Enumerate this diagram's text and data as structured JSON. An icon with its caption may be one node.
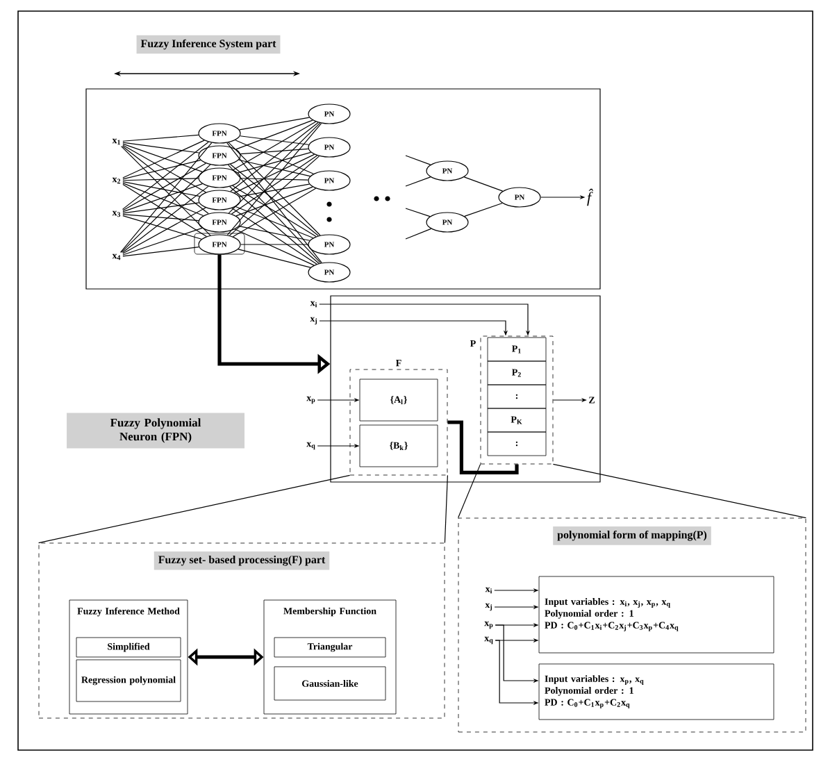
{
  "diagram": {
    "nodes": [
      {
        "text": [],
        "shape": "box"
      },
      {
        "text": [
          "x$_{1}$"
        ],
        "in": 0
      },
      {
        "text": [
          "x$_{2}$"
        ],
        "in": 0
      },
      {
        "text": [
          "x$_{3}$"
        ],
        "in": 0
      },
      {
        "text": [
          "x$_{4}$"
        ],
        "in": 0
      },
      {
        "text": [
          "FPN"
        ],
        "in": 0
      },
      {
        "text": [
          "FPN"
        ],
        "in": 0
      },
      {
        "text": [
          "FPN"
        ],
        "in": 0
      },
      {
        "text": [
          "FPN"
        ],
        "in": 0
      },
      {
        "text": [
          "FPN"
        ],
        "in": 0
      },
      {
        "text": [
          "FPN"
        ],
        "in": 0
      },
      {
        "text": [
          "PN"
        ],
        "in": 0
      },
      {
        "text": [
          "PN"
        ],
        "in": 0
      },
      {
        "text": [
          "PN"
        ],
        "in": 0
      },
      {
        "text": [
          "PN"
        ],
        "in": 0
      },
      {
        "text": [
          "PN"
        ],
        "in": 0
      },
      {
        "text": [
          "PN"
        ],
        "in": 0
      },
      {
        "text": [
          "PN"
        ],
        "in": 0
      },
      {
        "text": [
          "PN"
        ],
        "in": 0
      },
      {
        "text": [
          "f̂"
        ],
        "in": 0
      },
      {
        "text": [],
        "shape": "box"
      },
      {
        "text": [
          "x$_{i}$"
        ]
      },
      {
        "text": [
          "x$_{j}$"
        ]
      },
      {
        "text": [
          "x$_{p}$"
        ]
      },
      {
        "text": [
          "x$_{q}$"
        ]
      },
      {
        "text": [
          "F"
        ],
        "in": 20
      },
      {
        "text": [
          "{A$_{l}$}"
        ],
        "in": 25
      },
      {
        "text": [
          "{B$_{k}$}"
        ],
        "in": 25
      },
      {
        "text": [
          "P"
        ],
        "in": 20
      },
      {
        "text": [
          "P$_{1}$"
        ],
        "in": 28
      },
      {
        "text": [
          "P$_{2}$"
        ],
        "in": 28
      },
      {
        "text": [
          ":"
        ],
        "in": 28
      },
      {
        "text": [
          "P$_{K}$"
        ],
        "in": 28
      },
      {
        "text": [
          ":"
        ],
        "in": 28
      },
      {
        "text": [
          "Z"
        ],
        "in": 20
      },
      {
        "text": [
          "Fuzzy set- based processing(F) part"
        ]
      },
      {
        "text": [
          "Fuzzy Inference Method"
        ],
        "in": 35
      },
      {
        "text": [
          "Simplified"
        ],
        "in": 36
      },
      {
        "text": [
          "Regression polynomial"
        ],
        "in": 36
      },
      {
        "text": [
          "Membership Function"
        ],
        "in": 35
      },
      {
        "text": [
          "Triangular"
        ],
        "in": 39
      },
      {
        "text": [
          "Gaussian-like"
        ],
        "in": 39
      },
      {
        "text": [
          "polynomial form of mapping(P)"
        ]
      },
      {
        "text": [
          "x$_{i}$"
        ],
        "in": 42
      },
      {
        "text": [
          "x$_{j}$"
        ],
        "in": 42
      },
      {
        "text": [
          "x$_{p}$"
        ],
        "in": 42
      },
      {
        "text": [
          "x$_{q}$"
        ],
        "in": 42
      },
      {
        "text": [
          "Input variables : x$_{i}$, x$_{j}$, x$_{p}$, x$_{q}$",
          "Polynomial order : 1",
          "PD : C$_{0}$+C$_{1}$x$_{i}$+C$_{2}$x$_{j}$+C$_{3}$x$_{p}$+C$_{4}$x$_{q}$"
        ],
        "in": 42
      },
      {
        "text": [
          "Input variables : x$_{p}$, x$_{q}$",
          "Polynomial order : 1",
          "PD : C$_{0}$+C$_{1}$x$_{p}$+C$_{2}$x$_{q}$"
        ],
        "in": 42
      }
    ],
    "edges": [
      {
        "from": 1,
        "to": 5,
        "arrow": "none"
      },
      {
        "from": 1,
        "to": 6,
        "arrow": "none"
      },
      {
        "from": 1,
        "to": 7,
        "arrow": "none"
      },
      {
        "from": 1,
        "to": 8,
        "arrow": "none"
      },
      {
        "from": 1,
        "to": 9,
        "arrow": "none"
      },
      {
        "from": 1,
        "to": 10,
        "arrow": "none"
      },
      {
        "from": 2,
        "to": 5,
        "arrow": "none"
      },
      {
        "from": 2,
        "to": 6,
        "arrow": "none"
      },
      {
        "from": 2,
        "to": 7,
        "arrow": "none"
      },
      {
        "from": 2,
        "to": 8,
        "arrow": "none"
      },
      {
        "from": 2,
        "to": 9,
        "arrow": "none"
      },
      {
        "from": 2,
        "to": 10,
        "arrow": "none"
      },
      {
        "from": 3,
        "to": 5,
        "arrow": "none"
      },
      {
        "from": 3,
        "to": 6,
        "arrow": "none"
      },
      {
        "from": 3,
        "to": 7,
        "arrow": "none"
      },
      {
        "from": 3,
        "to": 8,
        "arrow": "none"
      },
      {
        "from": 3,
        "to": 9,
        "arrow": "none"
      },
      {
        "from": 3,
        "to": 10,
        "arrow": "none"
      },
      {
        "from": 4,
        "to": 5,
        "arrow": "none"
      },
      {
        "from": 4,
        "to": 6,
        "arrow": "none"
      },
      {
        "from": 4,
        "to": 7,
        "arrow": "none"
      },
      {
        "from": 4,
        "to": 8,
        "arrow": "none"
      },
      {
        "from": 4,
        "to": 9,
        "arrow": "none"
      },
      {
        "from": 4,
        "to": 10,
        "arrow": "none"
      },
      {
        "from": 5,
        "to": 11,
        "arrow": "none"
      },
      {
        "from": 5,
        "to": 12,
        "arrow": "none"
      },
      {
        "from": 5,
        "to": 13,
        "arrow": "none"
      },
      {
        "from": 5,
        "to": 14,
        "arrow": "none"
      },
      {
        "from": 5,
        "to": 15,
        "arrow": "none"
      },
      {
        "from": 6,
        "to": 11,
        "arrow": "none"
      },
      {
        "from": 6,
        "to": 12,
        "arrow": "none"
      },
      {
        "from": 6,
        "to": 13,
        "arrow": "none"
      },
      {
        "from": 6,
        "to": 14,
        "arrow": "none"
      },
      {
        "from": 6,
        "to": 15,
        "arrow": "none"
      },
      {
        "from": 7,
        "to": 11,
        "arrow": "none"
      },
      {
        "from": 7,
        "to": 12,
        "arrow": "none"
      },
      {
        "from": 7,
        "to": 13,
        "arrow": "none"
      },
      {
        "from": 7,
        "to": 14,
        "arrow": "none"
      },
      {
        "from": 7,
        "to": 15,
        "arrow": "none"
      },
      {
        "from": 8,
        "to": 11,
        "arrow": "none"
      },
      {
        "from": 8,
        "to": 12,
        "arrow": "none"
      },
      {
        "from": 8,
        "to": 13,
        "arrow": "none"
      },
      {
        "from": 8,
        "to": 14,
        "arrow": "none"
      },
      {
        "from": 8,
        "to": 15,
        "arrow": "none"
      },
      {
        "from": 9,
        "to": 11,
        "arrow": "none"
      },
      {
        "from": 9,
        "to": 12,
        "arrow": "none"
      },
      {
        "from": 9,
        "to": 13,
        "arrow": "none"
      },
      {
        "from": 9,
        "to": 14,
        "arrow": "none"
      },
      {
        "from": 9,
        "to": 15,
        "arrow": "none"
      },
      {
        "from": 10,
        "to": 11,
        "arrow": "none"
      },
      {
        "from": 10,
        "to": 12,
        "arrow": "none"
      },
      {
        "from": 10,
        "to": 13,
        "arrow": "none"
      },
      {
        "from": 10,
        "to": 14,
        "arrow": "none"
      },
      {
        "from": 10,
        "to": 15,
        "arrow": "none"
      },
      {
        "from": null,
        "to": 16,
        "arrow": "none"
      },
      {
        "from": null,
        "to": 16,
        "arrow": "none"
      },
      {
        "from": null,
        "to": 17,
        "arrow": "none"
      },
      {
        "from": null,
        "to": 17,
        "arrow": "none"
      },
      {
        "from": 16,
        "to": 18,
        "arrow": "none"
      },
      {
        "from": 17,
        "to": 18,
        "arrow": "none"
      },
      {
        "from": 18,
        "to": 19,
        "arrow": "to"
      },
      {
        "from": 10,
        "to": 20,
        "arrow": "to",
        "style": "thick"
      },
      {
        "from": 21,
        "to": 28,
        "arrow": "to"
      },
      {
        "from": 22,
        "to": 28,
        "arrow": "to"
      },
      {
        "from": 23,
        "to": 26,
        "arrow": "to"
      },
      {
        "from": 24,
        "to": 27,
        "arrow": "to"
      },
      {
        "from": 25,
        "to": 28,
        "arrow": "none",
        "style": "thick"
      },
      {
        "from": 28,
        "to": 34,
        "arrow": "to"
      },
      {
        "from": 25,
        "to": 35,
        "arrow": "none"
      },
      {
        "from": 25,
        "to": 35,
        "arrow": "none"
      },
      {
        "from": 28,
        "to": 42,
        "arrow": "none"
      },
      {
        "from": 28,
        "to": 42,
        "arrow": "none"
      },
      {
        "from": 36,
        "to": 39,
        "arrow": "both",
        "style": "thick"
      },
      {
        "from": 43,
        "to": 47,
        "arrow": "to"
      },
      {
        "from": 44,
        "to": 47,
        "arrow": "to"
      },
      {
        "from": 45,
        "to": 47,
        "arrow": "to"
      },
      {
        "from": 46,
        "to": 47,
        "arrow": "to"
      },
      {
        "from": 45,
        "to": 48,
        "arrow": "to"
      },
      {
        "from": 46,
        "to": 48,
        "arrow": "to"
      }
    ],
    "labels": [
      "Fuzzy Inference System part",
      "Fuzzy Polynomial Neuron (FPN)"
    ]
  }
}
